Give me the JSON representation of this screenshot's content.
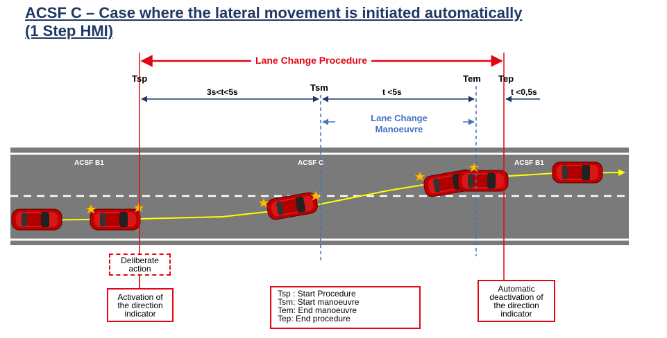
{
  "title": {
    "line1": "ACSF C – Case where the lateral movement is initiated automatically",
    "line2": "(1 Step HMI)"
  },
  "procedure_label": "Lane Change Procedure",
  "markers": {
    "tsp": "Tsp",
    "tsm": "Tsm",
    "tem": "Tem",
    "tep": "Tep"
  },
  "durations": {
    "sp_to_sm": "3s<t<5s",
    "sm_to_em": "t <5s",
    "em_to_ep": "t <0,5s"
  },
  "manoeuvre_label": {
    "line1": "Lane Change",
    "line2": "Manoeuvre"
  },
  "road_labels": {
    "b1_left": "ACSF B1",
    "c_center": "ACSF C",
    "b1_right": "ACSF B1"
  },
  "boxes": {
    "deliberate": {
      "line1": "Deliberate",
      "line2": "action"
    },
    "activation": {
      "line1": "Activation of",
      "line2": "the direction",
      "line3": "indicator"
    },
    "legend": {
      "tsp": "Tsp : Start Procedure",
      "tsm": "Tsm: Start manoeuvre",
      "tem": "Tem: End manoeuvre",
      "tep": "Tep:  End procedure"
    },
    "deactivation": {
      "line1": "Automatic",
      "line2": "deactivation of",
      "line3": "the direction",
      "line4": "indicator"
    }
  },
  "colors": {
    "title": "#1f3864",
    "procedure_red": "#e30613",
    "manoeuvre_blue": "#4472c4",
    "road": "#7a7a7a",
    "trajectory": "#ffff00",
    "car": "#c00000",
    "indicator_star": "#ffc000"
  }
}
